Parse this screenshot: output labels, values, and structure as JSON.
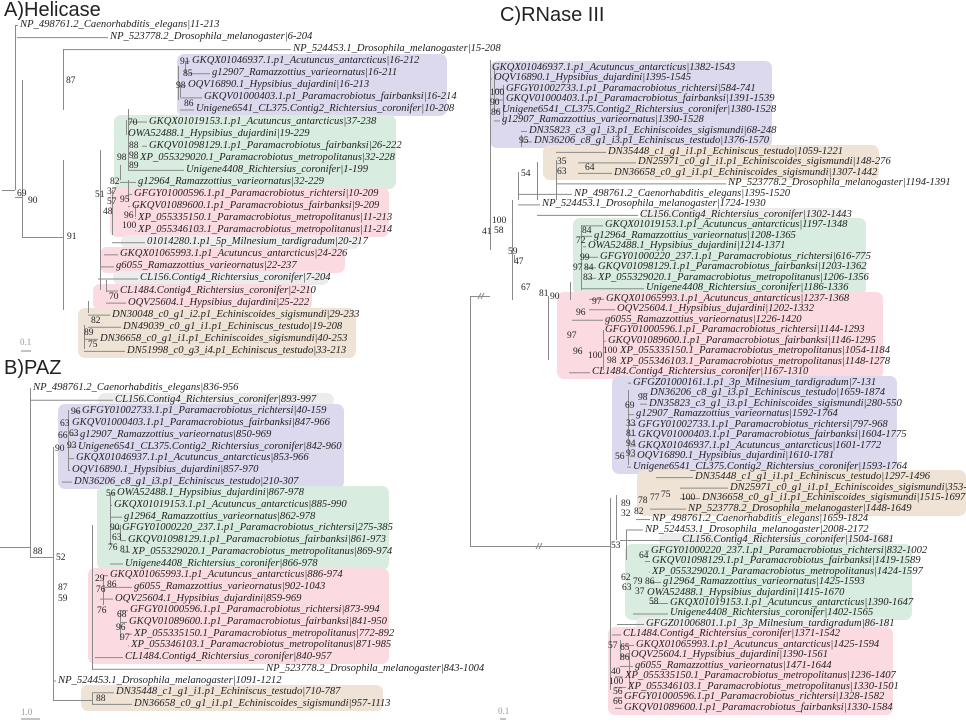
{
  "colors": {
    "purple": "#dcd9ef",
    "green": "#d8ecdf",
    "pink": "#fbdbe1",
    "tan": "#efe3d6",
    "gray": "#ececec",
    "branch": "#8a8a8a"
  },
  "panels": [
    {
      "title": "A)Helicase",
      "scale": "0.1",
      "leaves": [
        "NP_498761.2_Caenorhabditis_elegans|11-213",
        "NP_523778.2_Drosophila_melanogaster|6-204",
        "NP_524453.1_Drosophila_melanogaster|15-208",
        "GKQX01046937.1.p1_Acutuncus_antarcticus|16-212",
        "g12907_Ramazzottius_varieornatus|16-211",
        "OQV16890.1_Hypsibius_dujardini|16-213",
        "GKQV01000403.1.p1_Paramacrobiotus_fairbanksi|16-214",
        "Unigene6541_CL375.Contig2_Richtersius_coronifer|10-208",
        "GKQX01019153.1.p1_Acutuncus_antarcticus|37-238",
        "OWA52488.1_Hypsibius_dujardini|19-229",
        "GKQV01098129.1.p1_Paramacrobiotus_fairbanksi|26-222",
        "XP_055329020.1_Paramacrobiotus_metropolitanus|32-228",
        "Unigene4408_Richtersius_coronifer|1-199",
        "g12964_Ramazzottius_varieornatus|32-229",
        "GFGY01000596.1.p1_Paramacrobiotus_richtersi|10-209",
        "GKQV01089600.1.p1_Paramacrobiotus_fairbanksi|9-209",
        "XP_055335150.1_Paramacrobiotus_metropolitanus|11-213",
        "XP_055346103.1_Paramacrobiotus_metropolitanus|11-214",
        "01014280.1.p1_5p_Milnesium_tardigradum|20-217",
        "GKQX01065993.1.p1_Acutuncus_antarcticus|24-226",
        "g6055_Ramazzottius_varieornatus|22-237",
        "CL156.Contig4_Richtersius_coronifer|7-204",
        "CL1484.Contig4_Richtersius_coronifer|2-210",
        "OQV25604.1_Hypsibius_dujardini|25-222",
        "DN30048_c0_g1_i2.p1_Echiniscoides_sigismundi|29-233",
        "DN49039_c0_g1_i1.p1_Echiniscus_testudo|19-208",
        "DN36658_c0_g1_i1.p1_Echiniscoides_sigismundi|40-253",
        "DN51998_c0_g3_i4.p1_Echiniscus_testudo|33-213"
      ],
      "bootstraps": [
        "91",
        "85",
        "98",
        "86",
        "87",
        "70",
        "88",
        "98",
        "98",
        "89",
        "82",
        "37",
        "51",
        "57",
        "69",
        "90",
        "95",
        "48",
        "96",
        "100",
        "91",
        "70",
        "82",
        "89",
        "75"
      ]
    },
    {
      "title": "B)PAZ",
      "scale": "1.0",
      "leaves": [
        "NP_498761.2_Caenorhabditis_elegans|836-956",
        "CL156.Contig4_Richtersius_coronifer|893-997",
        "GFGY01002733.1.p1_Paramacrobiotus_richtersi|40-159",
        "GKQV01000403.1.p1_Paramacrobiotus_fairbanksi|847-966",
        "g12907_Ramazzottius_varieornatus|850-969",
        "Unigene6541_CL375.Contig2_Richtersius_coronifer|842-960",
        "GKQX01046937.1.p1_Acutuncus_antarcticus|853-966",
        "OQV16890.1_Hypsibius_dujardini|857-970",
        "DN36206_c8_g1_i3.p1_Echiniscus_testudo|210-307",
        "OWA52488.1_Hypsibius_dujardini|867-978",
        "GKQX01019153.1.p1_Acutuncus_antarcticus|885-990",
        "g12964_Ramazzottius_varieornatus|862-978",
        "GFGY01000220_237.1.p1_Paramacrobiotus_richtersi|275-385",
        "GKQV01098129.1.p1_Paramacrobiotus_fairbanksi|861-973",
        "XP_055329020.1_Paramacrobiotus_metropolitanus|869-974",
        "Unigene4408_Richtersius_coronifer|866-978",
        "GKQX01065993.1.p1_Acutuncus_antarcticus|886-974",
        "g6055_Ramazzottius_varieornatus|902-1043",
        "OQV25604.1_Hypsibius_dujardini|859-969",
        "GFGY01000596.1.p1_Paramacrobiotus_richtersi|873-994",
        "GKQV01089600.1.p1_Paramacrobiotus_fairbanksi|841-950",
        "XP_055335150.1_Paramacrobiotus_metropolitanus|772-892",
        "XP_055346103.1_Paramacrobiotus_metropolitanus|871-985",
        "CL1484.Contig4_Richtersius_coronifer|840-957",
        "NP_523778.2_Drosophila_melanogaster|843-1004",
        "NP_524453.1_Drosophila_melanogaster|1091-1212",
        "DN35448_c1_g1_i1.p1_Echiniscus_testudo|710-787",
        "DN36658_c0_g1_i1.p1_Echiniscoides_sigismundi|957-1113"
      ],
      "bootstraps": [
        "96",
        "63",
        "63",
        "66",
        "93",
        "90",
        "56",
        "90",
        "63",
        "81",
        "76",
        "88",
        "52",
        "29",
        "86",
        "76",
        "87",
        "59",
        "76",
        "68",
        "96",
        "97",
        "88"
      ]
    },
    {
      "title": "C)RNase III",
      "scale": "0.1",
      "leaves": [
        "GKQX01046937.1.p1_Acutuncus_antarcticus|1382-1543",
        "OQV16890.1_Hypsibius_dujardini|1395-1545",
        "GFGY01002733.1.p1_Paramacrobiotus_richtersi|584-741",
        "GKQV01000403.1.p1_Paramacrobiotus_fairbanksi|1391-1539",
        "Unigene6541_CL375.Contig2_Richtersius_coronifer|1380-1528",
        "g12907_Ramazzottius_varieornatus|1390-1528",
        "DN35823_c3_g1_i3.p1_Echiniscoides_sigismundi|68-248",
        "DN36206_c8_g1_i3.p1_Echiniscus_testudo|1376-1570",
        "DN35448_c1_g1_i1.p1_Echiniscus_testudo|1059-1221",
        "DN25971_c0_g1_i1.p1_Echiniscoides_sigismundi|148-276",
        "DN36658_c0_g1_i1.p1_Echiniscoides_sigismundi|1307-1442",
        "NP_523778.2_Drosophila_melanogaster|1194-1391",
        "NP_498761.2_Caenorhabditis_elegans|1395-1520",
        "NP_524453.1_Drosophila_melanogaster|1724-1930",
        "CL156.Contig4_Richtersius_coronifer|1302-1443",
        "GKQX01019153.1.p1_Acutuncus_antarcticus|1197-1348",
        "g12964_Ramazzottius_varieornatus|1208-1365",
        "OWA52488.1_Hypsibius_dujardini|1214-1371",
        "GFGY01000220_237.1.p1_Paramacrobiotus_richtersi|616-775",
        "GKQV01098129.1.p1_Paramacrobiotus_fairbanksi|1203-1362",
        "XP_055329020.1_Paramacrobiotus_metropolitanus|1206-1356",
        "Unigene4408_Richtersius_coronifer|1186-1336",
        "GKQX01065993.1.p1_Acutuncus_antarcticus|1237-1368",
        "OQV25604.1_Hypsibius_dujardini|1202-1332",
        "g6055_Ramazzottius_varieornatus|1226-1420",
        "GFGY01000596.1.p1_Paramacrobiotus_richtersi|1144-1293",
        "GKQV01089600.1.p1_Paramacrobiotus_fairbanksi|1146-1295",
        "XP_055335150.1_Paramacrobiotus_metropolitanus|1054-1184",
        "XP_055346103.1_Paramacrobiotus_metropolitanus|1148-1278",
        "CL1484.Contig4_Richtersius_coronifer|1167-1310",
        "GFGZ01000161.1.p1_3p_Milnesium_tardigradum|7-131",
        "DN36206_c8_g1_i3.p1_Echiniscus_testudo|1659-1874",
        "DN35823_c3_g1_i3.p1_Echiniscoides_sigismundi|280-550",
        "g12907_Ramazzottius_varieornatus|1592-1764",
        "GFGY01002733.1.p1_Paramacrobiotus_richtersi|797-968",
        "GKQV01000403.1.p1_Paramacrobiotus_fairbanksi|1604-1775",
        "GKQX01046937.1.p1_Acutuncus_antarcticus|1601-1772",
        "OQV16890.1_Hypsibius_dujardini|1610-1781",
        "Unigene6541_CL375.Contig2_Richtersius_coronifer|1593-1764",
        "DN35448_c1_g1_i1.p1_Echiniscus_testudo|1297-1496",
        "DN25971_c0_g1_i1.p1_Echiniscoides_sigismundi|353-538",
        "DN36658_c0_g1_i1.p1_Echiniscoides_sigismundi|1515-1697",
        "NP_523778.2_Drosophila_melanogaster|1448-1649",
        "NP_498761.2_Caenorhabditis_elegans|1659-1824",
        "NP_524453.1_Drosophila_melanogaster|2008-2172",
        "CL156.Contig4_Richtersius_coronifer|1504-1681",
        "GFGY01000220_237.1.p1_Paramacrobiotus_richtersi|832-1002",
        "GKQV01098129.1.p1_Paramacrobiotus_fairbanksi|1419-1589",
        "XP_055329020.1_Paramacrobiotus_metropolitanus|1424-1597",
        "g12964_Ramazzottius_varieornatus|1425-1593",
        "OWA52488.1_Hypsibius_dujardini|1415-1670",
        "GKQX01019153.1.p1_Acutuncus_antarcticus|1390-1647",
        "Unigene4408_Richtersius_coronifer|1402-1565",
        "GFGZ01006801.1.p1_3p_Milnesium_tardigradum|86-181",
        "CL1484.Contig4_Richtersius_coronifer|1371-1542",
        "GKQX01065993.1.p1_Acutuncus_antarcticus|1425-1594",
        "OQV25604.1_Hypsibius_dujardini|1390-1561",
        "g6055_Ramazzottius_varieornatus|1471-1644",
        "XP_055335150.1_Paramacrobiotus_metropolitanus|1236-1407",
        "XP_055346103.1_Paramacrobiotus_metropolitanus|1330-1501",
        "GFGY01000596.1.p1_Paramacrobiotus_richtersi|1328-1582",
        "GKQV01089600.1.p1_Paramacrobiotus_fairbanksi|1330-1584"
      ],
      "bootstraps": [
        "100",
        "90",
        "86",
        "95",
        "35",
        "63",
        "64",
        "54",
        "100",
        "58",
        "41",
        "59",
        "47",
        "84",
        "72",
        "99",
        "84",
        "97",
        "83",
        "67",
        "81",
        "90",
        "97",
        "96",
        "97",
        "96",
        "100",
        "98",
        "100",
        "98",
        "69",
        "33",
        "81",
        "94",
        "93",
        "56",
        "75",
        "77",
        "100",
        "89",
        "32",
        "78",
        "82",
        "53",
        "64",
        "62",
        "79",
        "86",
        "37",
        "63",
        "58",
        "57",
        "65",
        "86",
        "40",
        "100",
        "56",
        "66"
      ]
    }
  ],
  "clades": [
    {
      "panel": 0,
      "color": "purple"
    },
    {
      "panel": 0,
      "color": "green"
    },
    {
      "panel": 0,
      "color": "pink"
    },
    {
      "panel": 0,
      "color": "gray"
    },
    {
      "panel": 0,
      "color": "pink"
    },
    {
      "panel": 0,
      "color": "gray"
    },
    {
      "panel": 0,
      "color": "pink"
    },
    {
      "panel": 0,
      "color": "tan"
    },
    {
      "panel": 1,
      "color": "gray"
    },
    {
      "panel": 1,
      "color": "purple"
    },
    {
      "panel": 1,
      "color": "green"
    },
    {
      "panel": 1,
      "color": "pink"
    },
    {
      "panel": 1,
      "color": "tan"
    },
    {
      "panel": 2,
      "color": "purple"
    },
    {
      "panel": 2,
      "color": "tan"
    },
    {
      "panel": 2,
      "color": "gray"
    },
    {
      "panel": 2,
      "color": "green"
    },
    {
      "panel": 2,
      "color": "pink"
    },
    {
      "panel": 2,
      "color": "purple"
    },
    {
      "panel": 2,
      "color": "tan"
    },
    {
      "panel": 2,
      "color": "gray"
    },
    {
      "panel": 2,
      "color": "green"
    },
    {
      "panel": 2,
      "color": "gray"
    },
    {
      "panel": 2,
      "color": "pink"
    }
  ]
}
